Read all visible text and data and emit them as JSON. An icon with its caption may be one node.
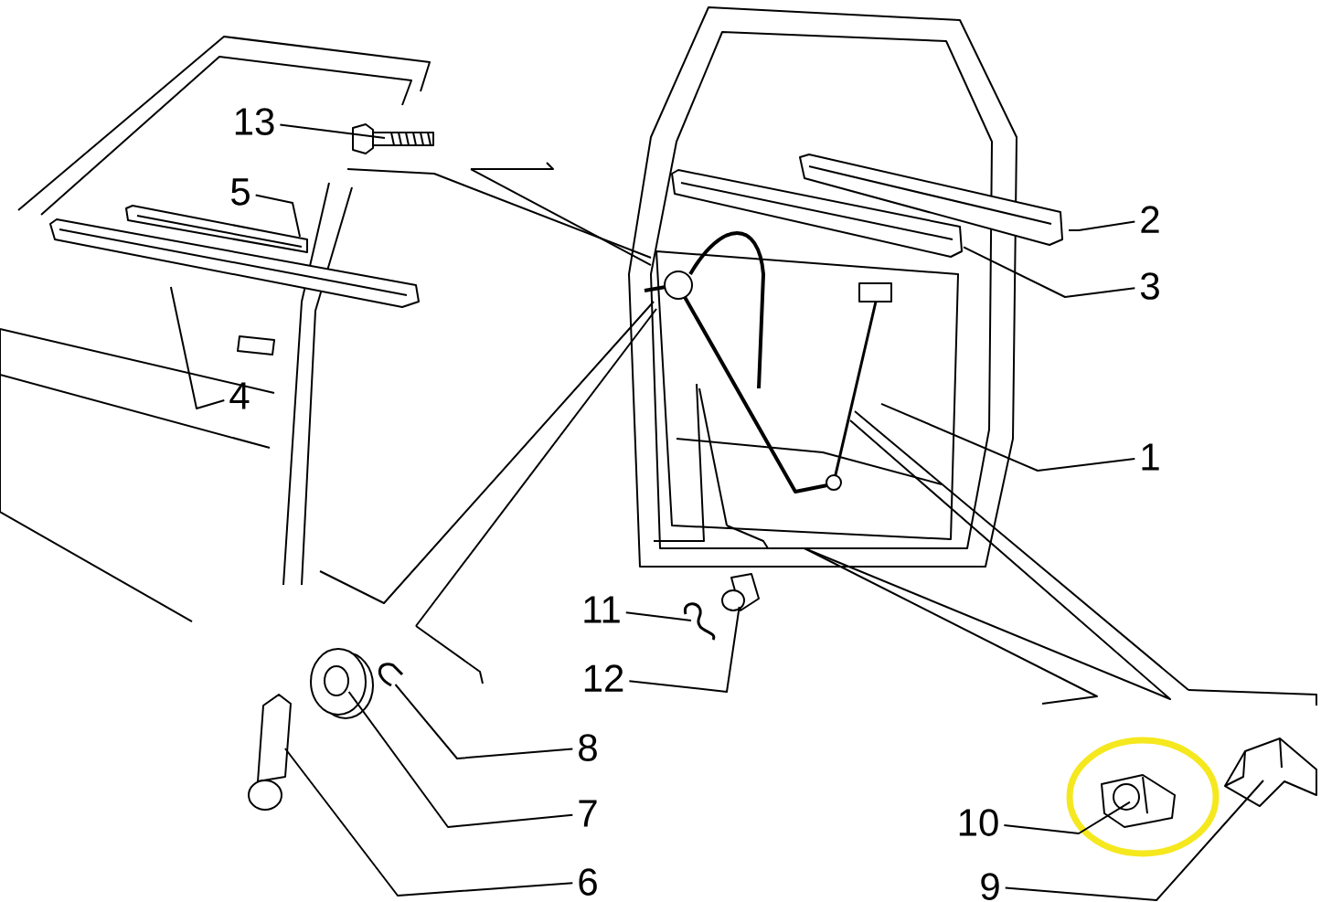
{
  "diagram": {
    "nodes": [
      {
        "text": [
          "13"
        ]
      },
      {
        "text": [],
        "shape": "picture"
      },
      {
        "text": [
          "5"
        ]
      },
      {
        "text": [],
        "shape": "picture"
      },
      {
        "text": [
          "4"
        ]
      },
      {
        "text": [],
        "shape": "picture"
      },
      {
        "text": [
          "2"
        ]
      },
      {
        "text": [],
        "shape": "picture"
      },
      {
        "text": [
          "3"
        ]
      },
      {
        "text": [],
        "shape": "picture"
      },
      {
        "text": [
          "1"
        ]
      },
      {
        "text": [],
        "shape": "picture"
      },
      {
        "text": [
          "11"
        ]
      },
      {
        "text": [],
        "shape": "picture"
      },
      {
        "text": [
          "12"
        ]
      },
      {
        "text": [],
        "shape": "picture"
      },
      {
        "text": [
          "8"
        ]
      },
      {
        "text": [],
        "shape": "picture"
      },
      {
        "text": [
          "7"
        ]
      },
      {
        "text": [],
        "shape": "picture"
      },
      {
        "text": [
          "6"
        ]
      },
      {
        "text": [],
        "shape": "picture"
      },
      {
        "text": [
          "10"
        ]
      },
      {
        "text": [],
        "shape": "picture"
      },
      {
        "text": [
          "9"
        ]
      },
      {
        "text": [],
        "shape": "picture"
      }
    ],
    "edges": [
      {
        "from": 0,
        "to": 1,
        "arrow": "none"
      },
      {
        "from": 2,
        "to": 3,
        "arrow": "none"
      },
      {
        "from": 4,
        "to": 5,
        "arrow": "none"
      },
      {
        "from": 6,
        "to": 7,
        "arrow": "none"
      },
      {
        "from": 8,
        "to": 9,
        "arrow": "none"
      },
      {
        "from": 10,
        "to": 11,
        "arrow": "none"
      },
      {
        "from": 12,
        "to": 13,
        "arrow": "none"
      },
      {
        "from": 14,
        "to": 15,
        "arrow": "none"
      },
      {
        "from": 16,
        "to": 17,
        "arrow": "none"
      },
      {
        "from": 18,
        "to": 19,
        "arrow": "none"
      },
      {
        "from": 20,
        "to": 21,
        "arrow": "none"
      },
      {
        "from": 22,
        "to": 23,
        "arrow": "none"
      },
      {
        "from": 24,
        "to": 25,
        "arrow": "none"
      }
    ]
  }
}
